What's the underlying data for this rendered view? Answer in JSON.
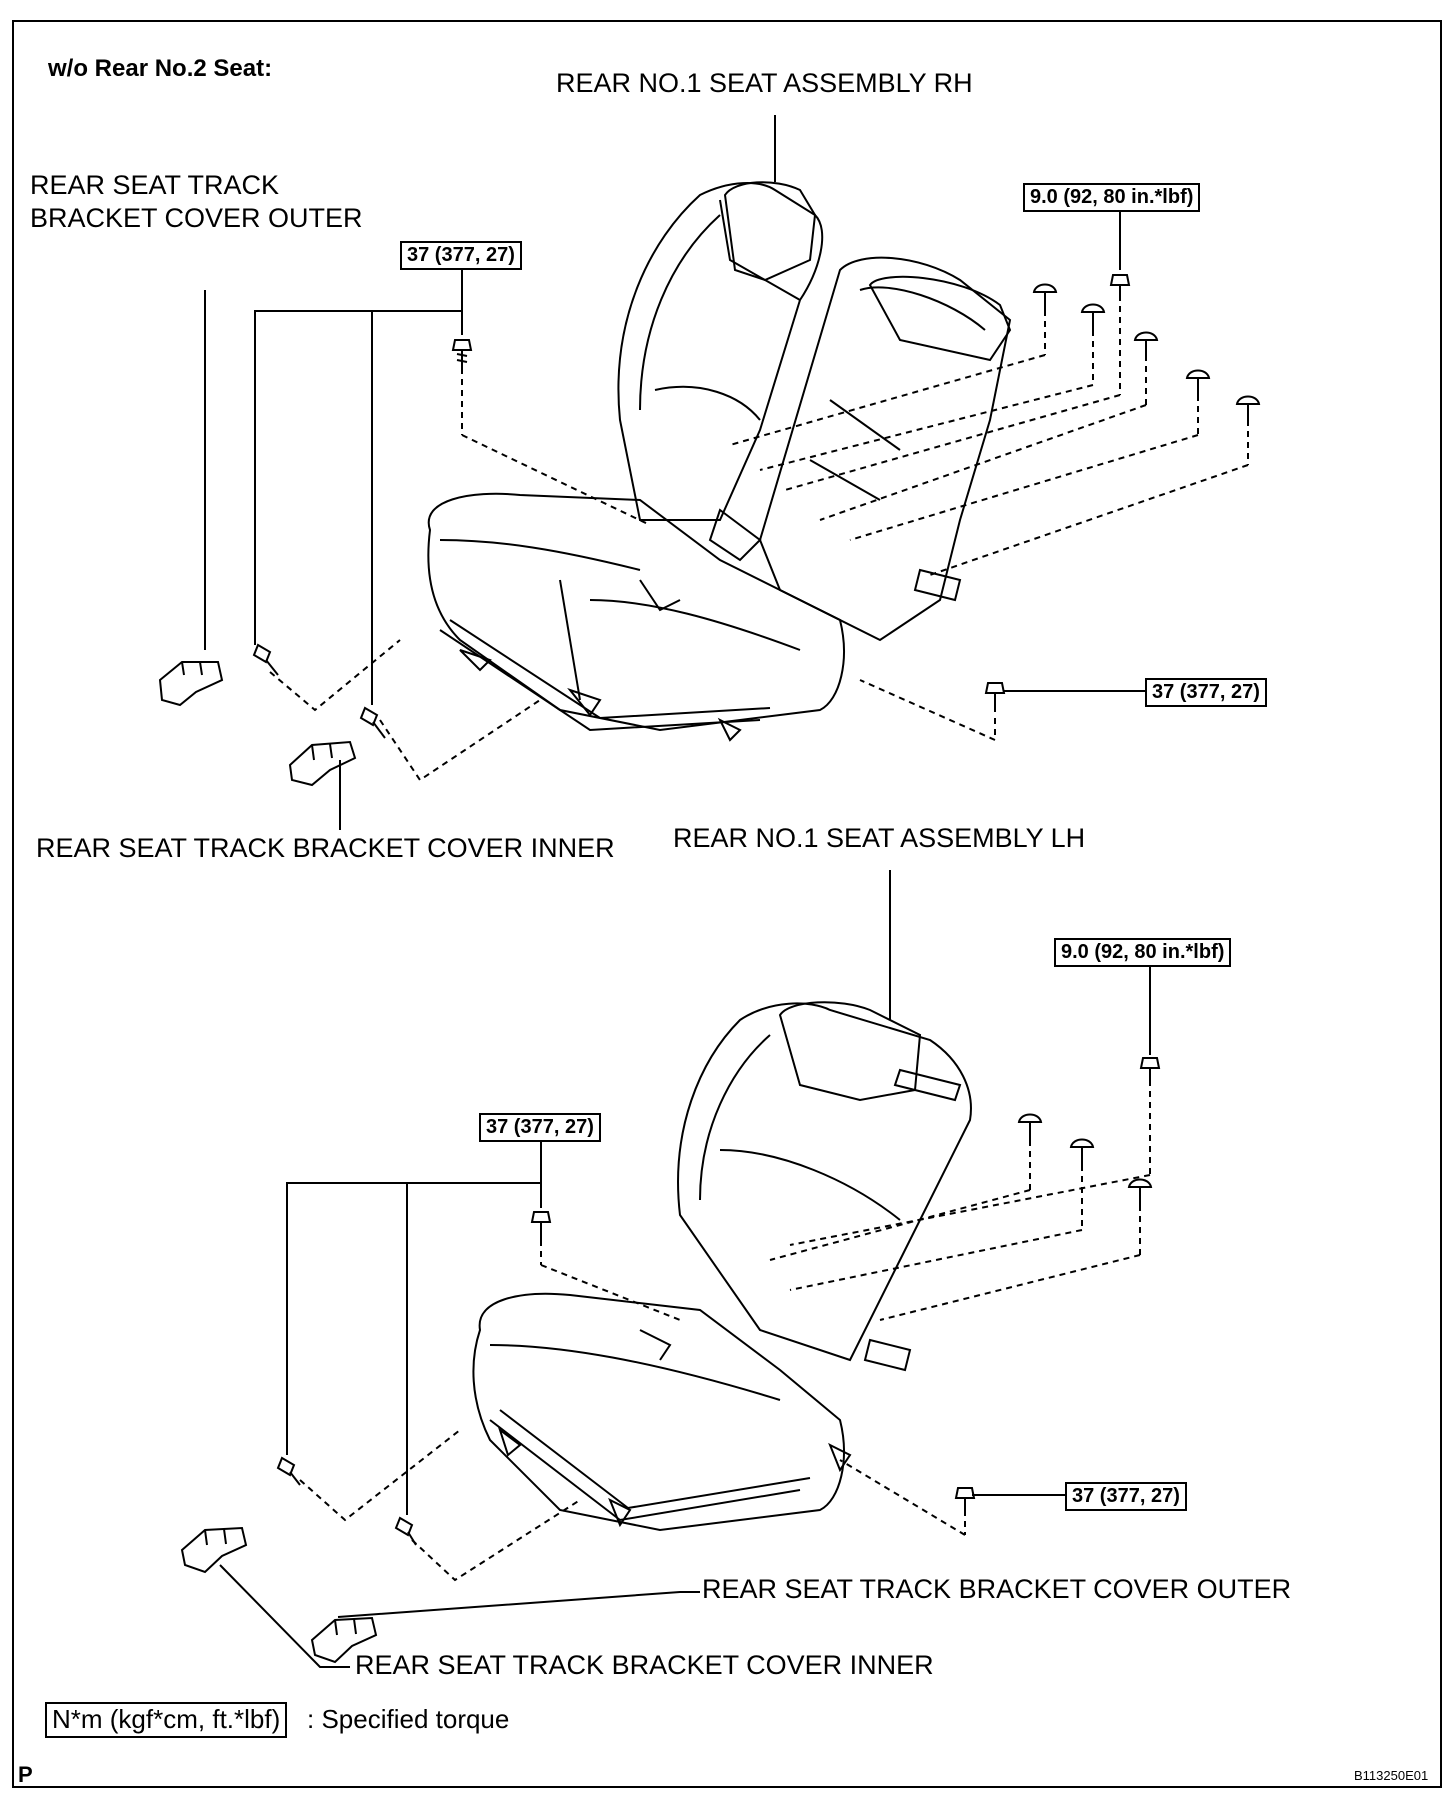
{
  "heading": "w/o Rear No.2 Seat:",
  "labels": {
    "rh_seat": "REAR NO.1 SEAT ASSEMBLY RH",
    "lh_seat": "REAR NO.1 SEAT ASSEMBLY LH",
    "cover_outer_top_line1": "REAR SEAT TRACK",
    "cover_outer_top_line2": "BRACKET COVER OUTER",
    "cover_inner_top": "REAR SEAT TRACK BRACKET COVER INNER",
    "cover_outer_bottom": "REAR SEAT TRACK BRACKET COVER OUTER",
    "cover_inner_bottom": "REAR SEAT TRACK BRACKET COVER INNER"
  },
  "torques": {
    "t37": "37 (377, 27)",
    "t9": "9.0 (92, 80 in.*lbf)"
  },
  "legend": {
    "unit": "N*m (kgf*cm, ft.*lbf)",
    "desc": ": Specified torque"
  },
  "footer": {
    "left_mark": "P",
    "figure_code": "B113250E01"
  }
}
